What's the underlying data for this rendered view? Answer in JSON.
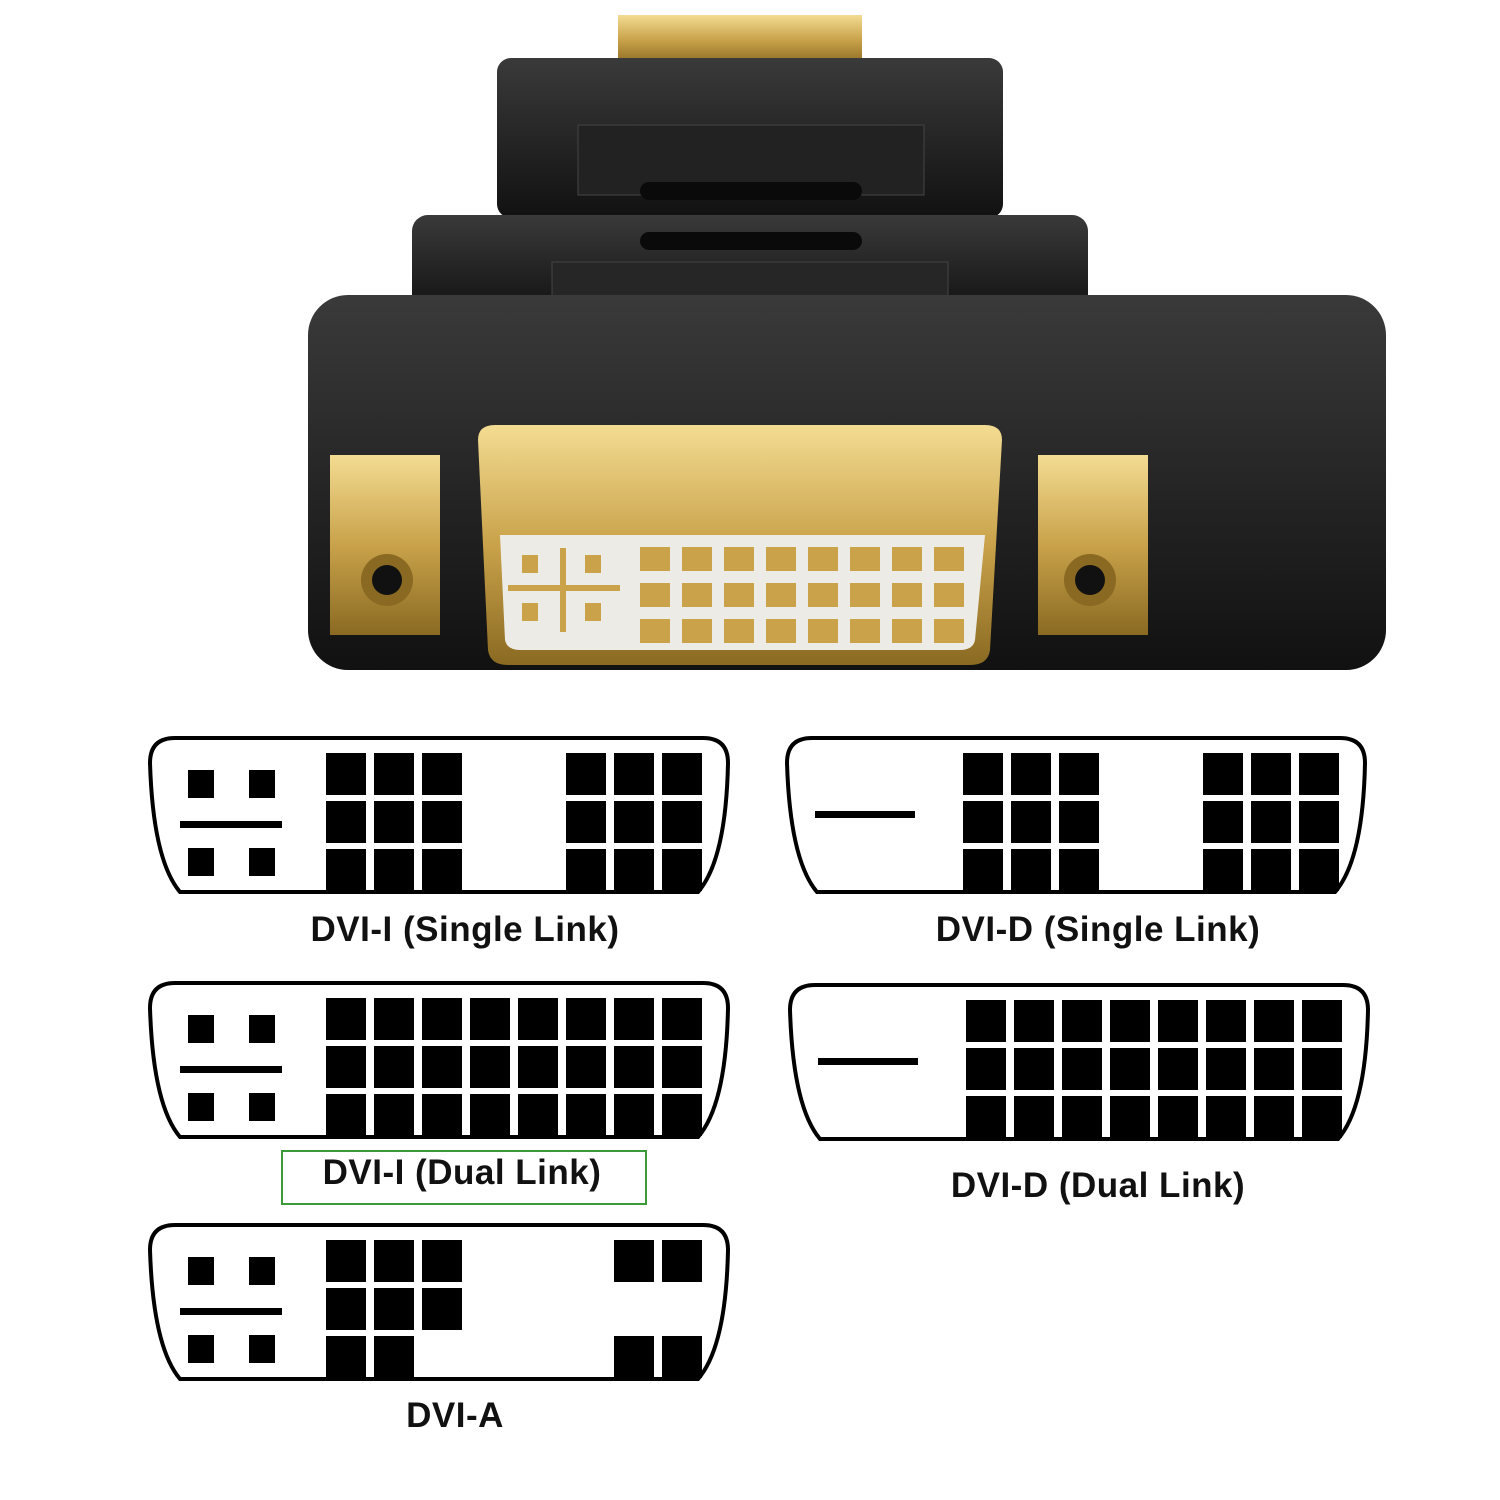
{
  "colors": {
    "body": "#1b1b1b",
    "gold": "#c9a24a",
    "insert": "#ecebe6",
    "pin": "#000000",
    "highlight": "#3a9a3a"
  },
  "connectors": [
    {
      "id": "dvi-i-single",
      "label": "DVI-I (Single Link)",
      "analog": true,
      "pins": [
        "11100111",
        "11100111",
        "11100111"
      ],
      "highlighted": false
    },
    {
      "id": "dvi-d-single",
      "label": "DVI-D (Single Link)",
      "analog": false,
      "pins": [
        "11100111",
        "11100111",
        "11100111"
      ],
      "highlighted": false
    },
    {
      "id": "dvi-i-dual",
      "label": "DVI-I (Dual Link)",
      "analog": true,
      "pins": [
        "11111111",
        "11111111",
        "11111111"
      ],
      "highlighted": true
    },
    {
      "id": "dvi-d-dual",
      "label": "DVI-D (Dual Link)",
      "analog": false,
      "pins": [
        "11111111",
        "11111111",
        "11111111"
      ],
      "highlighted": false
    },
    {
      "id": "dvi-a",
      "label": "DVI-A",
      "analog": true,
      "pins": [
        "11100011",
        "11100000",
        "11000011"
      ],
      "highlighted": false
    }
  ]
}
